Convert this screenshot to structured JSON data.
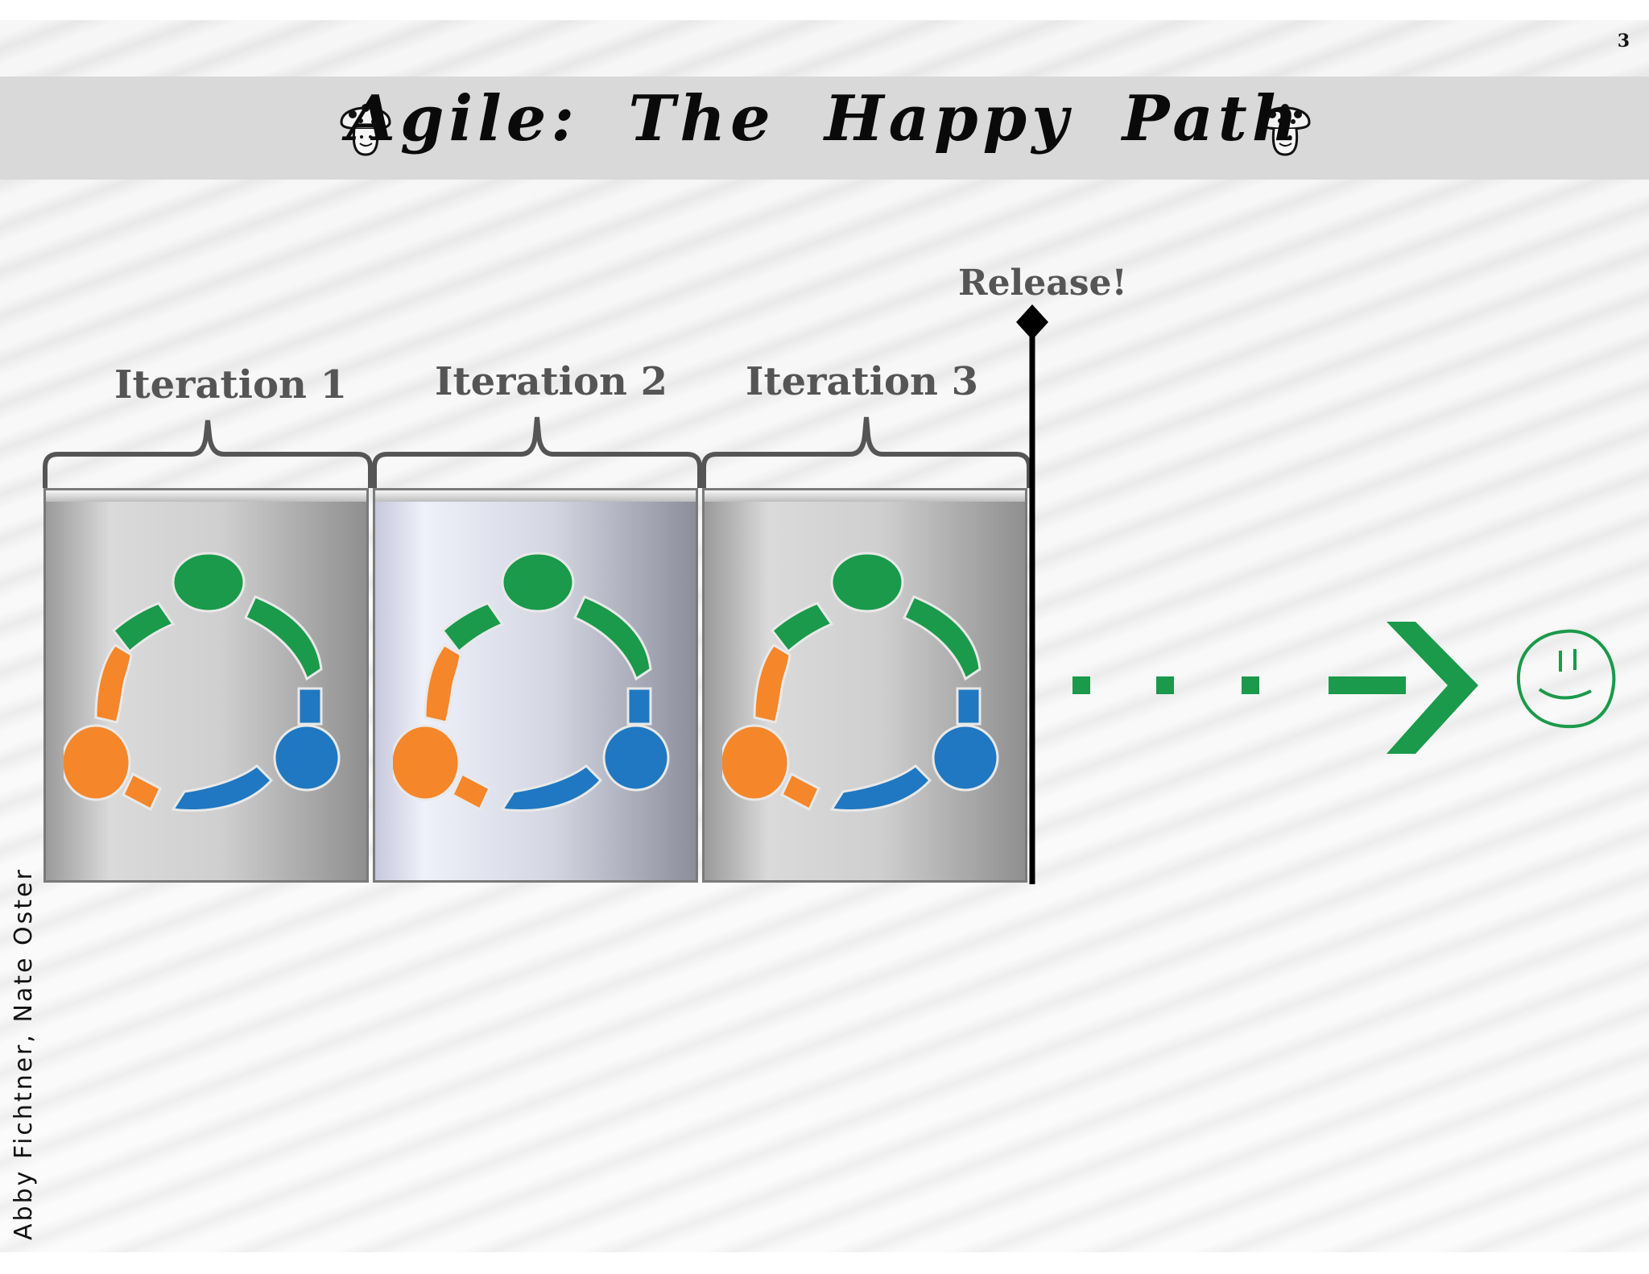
{
  "slide": {
    "page_number": "3",
    "title": "Agile: The Happy Path",
    "author": "Abby Fichtner, Nate Oster"
  },
  "diagram": {
    "release_label": "Release!",
    "iterations": [
      {
        "label": "Iteration 1",
        "tint": "gray"
      },
      {
        "label": "Iteration 2",
        "tint": "blue"
      },
      {
        "label": "Iteration 3",
        "tint": "gray"
      }
    ],
    "icons": [
      "mushroom-icon",
      "agile-cycle-icon",
      "arrow-right-icon",
      "smiley-face-icon",
      "release-milestone-icon"
    ],
    "colors": {
      "green": "#1a9a4a",
      "orange": "#f5862a",
      "blue": "#1f78c1",
      "label_gray": "#555555"
    }
  }
}
